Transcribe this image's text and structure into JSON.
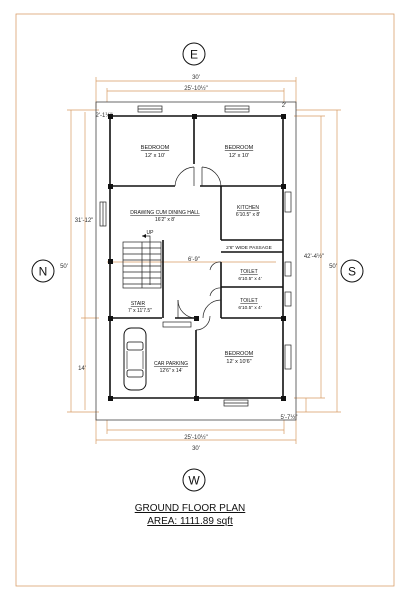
{
  "compass": {
    "top": "E",
    "left": "N",
    "right": "S",
    "bottom": "W"
  },
  "dimensions": {
    "top_outer": "30'",
    "top_inner": "25'-10½\"",
    "bottom_inner": "25'-10½\"",
    "bottom_outer": "30'",
    "left_total": "50'",
    "left_upper": "31'-12\"",
    "left_lower": "14'",
    "right_total": "50'",
    "right_inner": "42'-4½\"",
    "corner_top_left": "2'-1½\"",
    "corner_top_right": "2'",
    "corner_bottom_right": "5'-7½\"",
    "hall_mid": "6'-9\""
  },
  "rooms": {
    "bedroom_left": {
      "name": "BEDROOM",
      "size": "12' x 10'"
    },
    "bedroom_right": {
      "name": "BEDROOM",
      "size": "12' x 10'"
    },
    "drawing_hall": {
      "name": "DRAWING CUM DINING HALL",
      "size": "16'2\" x 8'"
    },
    "kitchen": {
      "name": "KITCHEN",
      "size": "6'10.5\" x 8'"
    },
    "passage": {
      "name": "2'6\" WIDE PASSAGE"
    },
    "toilet_1": {
      "name": "TOILET",
      "size": "6'10.5\" x 4'"
    },
    "toilet_2": {
      "name": "TOILET",
      "size": "6'10.5\" x 4'"
    },
    "stair": {
      "name": "STAIR",
      "size": "7' x 11'7.5\"",
      "arrow_label": "UP"
    },
    "car_parking": {
      "name": "CAR PARKING",
      "size": "12'6\" x 14'"
    },
    "bedroom_bottom": {
      "name": "BEDROOM",
      "size": "12' x 10'6\""
    }
  },
  "caption": {
    "title": "GROUND FLOOR PLAN",
    "area": "AREA: 1111.89 sqft"
  },
  "colors": {
    "dimension_lines": "#d79a63",
    "walls": "#111111",
    "sheet_border": "#d9a06b"
  }
}
